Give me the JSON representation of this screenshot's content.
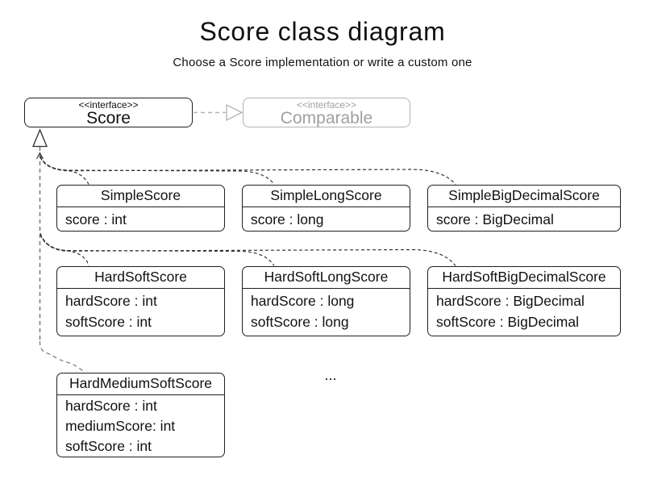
{
  "title": "Score class diagram",
  "subtitle": "Choose a Score implementation or write a custom one",
  "interfaces": {
    "score": {
      "stereotype": "<<interface>>",
      "name": "Score"
    },
    "comparable": {
      "stereotype": "<<interface>>",
      "name": "Comparable"
    }
  },
  "classes": [
    {
      "name": "SimpleScore",
      "attributes": [
        "score : int"
      ]
    },
    {
      "name": "SimpleLongScore",
      "attributes": [
        "score : long"
      ]
    },
    {
      "name": "SimpleBigDecimalScore",
      "attributes": [
        "score : BigDecimal"
      ]
    },
    {
      "name": "HardSoftScore",
      "attributes": [
        "hardScore : int",
        "softScore : int"
      ]
    },
    {
      "name": "HardSoftLongScore",
      "attributes": [
        "hardScore : long",
        "softScore : long"
      ]
    },
    {
      "name": "HardSoftBigDecimalScore",
      "attributes": [
        "hardScore : BigDecimal",
        "softScore : BigDecimal"
      ]
    },
    {
      "name": "HardMediumSoftScore",
      "attributes": [
        "hardScore : int",
        "mediumScore: int",
        "softScore : int"
      ]
    }
  ],
  "ellipsis": "...",
  "colors": {
    "background": "#ffffff",
    "text": "#111111",
    "class_border": "#1f1f1f",
    "muted_border": "#b3b3b3",
    "muted_text": "#a0a0a0",
    "connector_dark": "#2e2e2e",
    "connector_gray": "#7d7d7d"
  }
}
